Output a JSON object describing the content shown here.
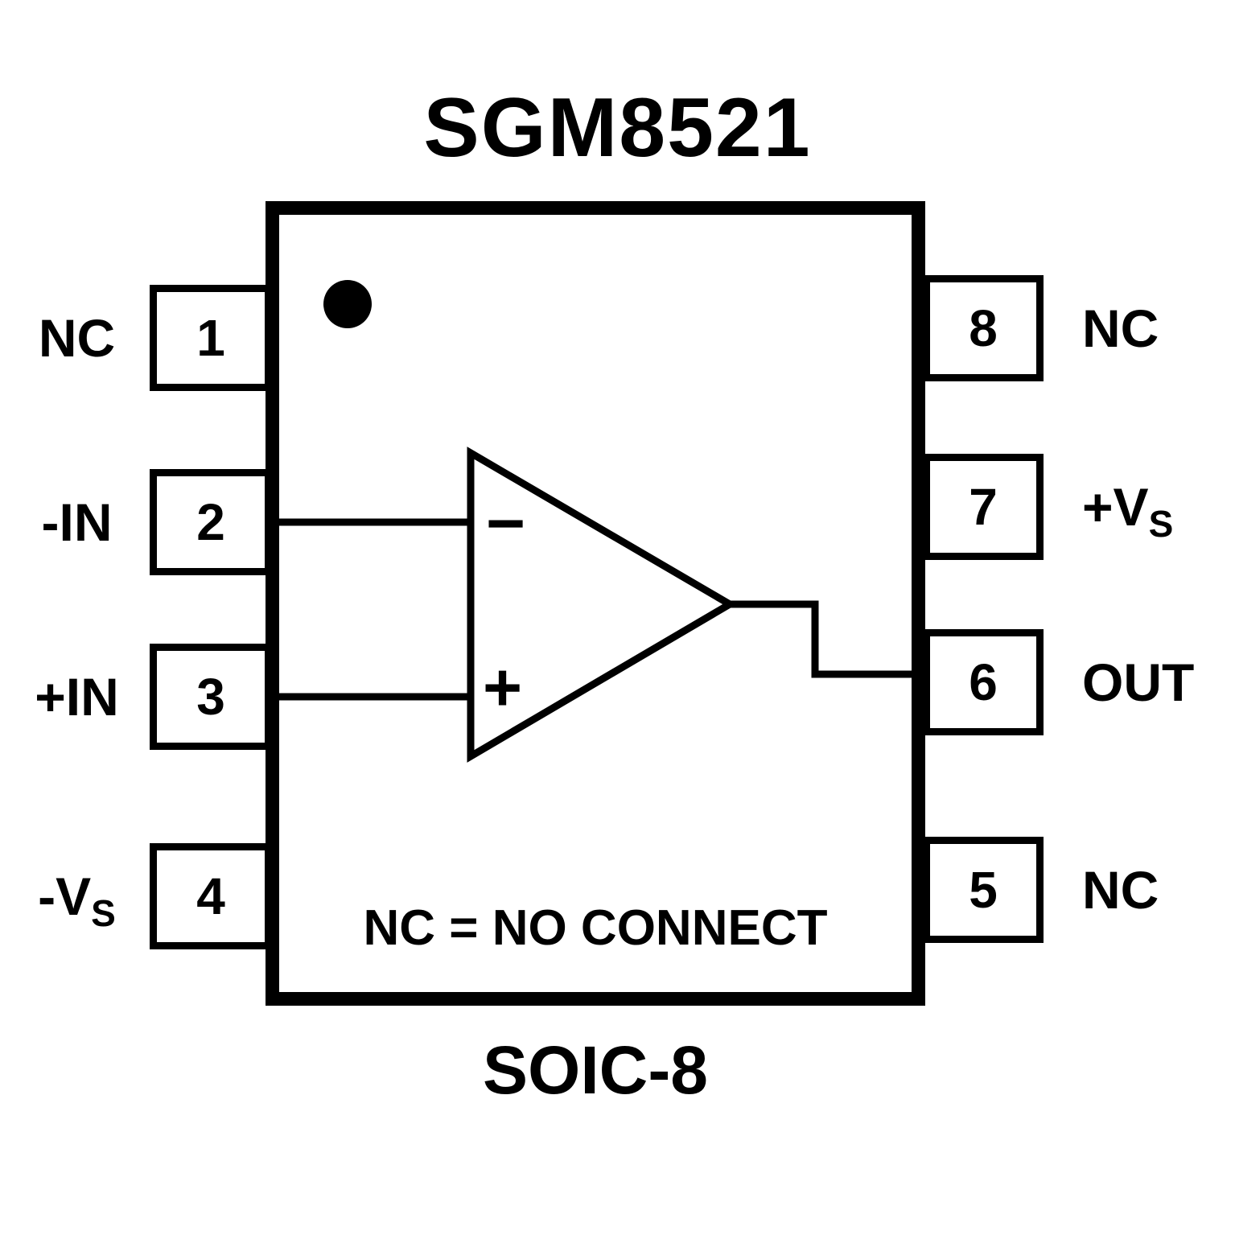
{
  "title": "SGM8521",
  "package_label": "SOIC-8",
  "note": "NC = NO CONNECT",
  "opamp": {
    "minus": "−",
    "plus": "+"
  },
  "pins": {
    "left": [
      {
        "number": "1",
        "label": "NC",
        "sub": ""
      },
      {
        "number": "2",
        "label": "-IN",
        "sub": ""
      },
      {
        "number": "3",
        "label": "+IN",
        "sub": ""
      },
      {
        "number": "4",
        "label": "-V",
        "sub": "S"
      }
    ],
    "right": [
      {
        "number": "8",
        "label": "NC",
        "sub": ""
      },
      {
        "number": "7",
        "label": "+V",
        "sub": "S"
      },
      {
        "number": "6",
        "label": "OUT",
        "sub": ""
      },
      {
        "number": "5",
        "label": "NC",
        "sub": ""
      }
    ]
  },
  "colors": {
    "line": "#000000",
    "background": "#ffffff"
  }
}
